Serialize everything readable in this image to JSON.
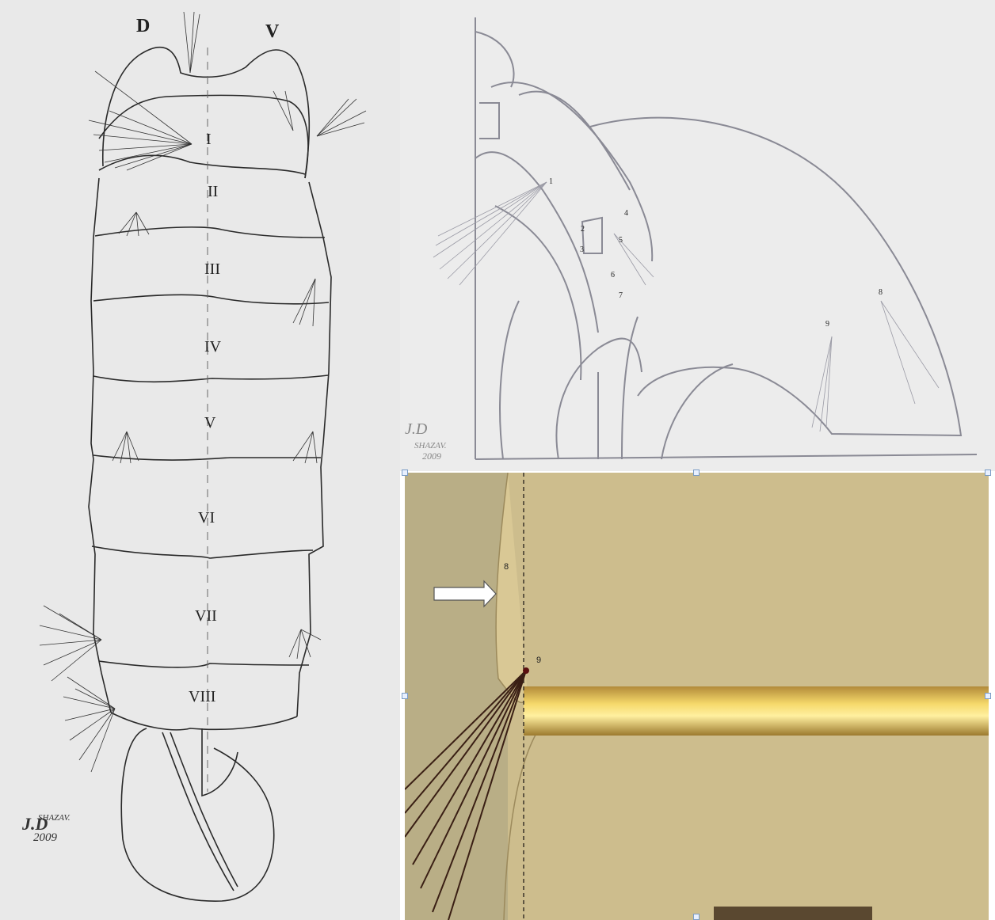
{
  "left_drawing": {
    "header_dorsal": "D",
    "header_ventral": "V",
    "segments": [
      "I",
      "II",
      "III",
      "IV",
      "V",
      "VI",
      "VII",
      "VIII"
    ],
    "signature": {
      "initials": "J.D",
      "name": "SHAZAV.",
      "year": "2009"
    }
  },
  "right_top_drawing": {
    "setae_numbers": [
      "1",
      "2",
      "3",
      "4",
      "5",
      "6",
      "7",
      "8",
      "9"
    ],
    "signature": {
      "initials": "J.D",
      "name": "SHAZAV.",
      "year": "2009"
    }
  },
  "micrograph": {
    "label_seta_8": "8",
    "label_seta_9": "9"
  },
  "colors": {
    "left_bg": "#e9e9e9",
    "right_top_bg": "#ececec",
    "micro_bg": "#cdbd8d",
    "setae_dark": "#3a1f14",
    "band_gold": "#e6c35a"
  }
}
